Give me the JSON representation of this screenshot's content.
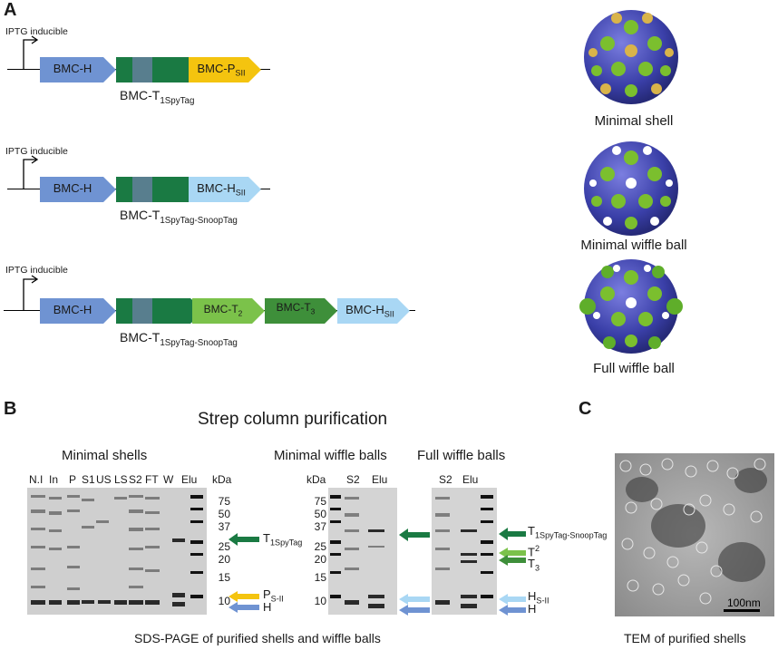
{
  "panels": {
    "a": "A",
    "b": "B",
    "c": "C"
  },
  "constructs": [
    {
      "promoter_label": "IPTG inducible",
      "genes": [
        {
          "label": "BMC-H",
          "color": "#6f93d2"
        },
        {
          "label": "",
          "color": "#1a7a43"
        },
        {
          "label_main": "BMC-P",
          "label_sub": "SII",
          "color": "#f4c40f"
        }
      ],
      "t_label_main": "BMC-T",
      "t_label_sub": "1SpyTag"
    },
    {
      "promoter_label": "IPTG inducible",
      "genes": [
        {
          "label": "BMC-H",
          "color": "#6f93d2"
        },
        {
          "label": "",
          "color": "#1a7a43"
        },
        {
          "label_main": "BMC-H",
          "label_sub": "SII",
          "color": "#a9d7f4"
        }
      ],
      "t_label_main": "BMC-T",
      "t_label_sub": "1SpyTag-SnoopTag"
    },
    {
      "promoter_label": "IPTG inducible",
      "genes": [
        {
          "label": "BMC-H",
          "color": "#6f93d2"
        },
        {
          "label": "",
          "color": "#1a7a43"
        },
        {
          "label_main": "BMC-T",
          "label_sub": "2",
          "color": "#7bc24a"
        },
        {
          "label_main": "BMC-T",
          "label_sub": "3",
          "color": "#3e8f3a"
        },
        {
          "label_main": "BMC-H",
          "label_sub": "SII",
          "color": "#a9d7f4"
        }
      ],
      "t_label_main": "BMC-T",
      "t_label_sub": "1SpyTag-SnoopTag"
    }
  ],
  "shells": [
    {
      "caption": "Minimal shell"
    },
    {
      "caption": "Minimal wiffle ball"
    },
    {
      "caption": "Full wiffle ball"
    }
  ],
  "panel_b": {
    "title": "Strep column purification",
    "gel1": {
      "title": "Minimal shells",
      "lanes": [
        "N.I",
        "In",
        "P",
        "S1",
        "US",
        "LS",
        "S2",
        "FT",
        "W",
        "Elu"
      ],
      "kda_label": "kDa",
      "markers": [
        "75",
        "50",
        "37",
        "25",
        "20",
        "15",
        "10"
      ],
      "bands": [
        {
          "main": "T",
          "sub": "1SpyTag",
          "color": "#1a7a43"
        },
        {
          "main": "P",
          "sub": "S-II",
          "color": "#f4c40f"
        },
        {
          "main": "H",
          "sub": "",
          "color": "#6f93d2"
        }
      ]
    },
    "gel2": {
      "title": "Minimal wiffle balls",
      "lanes": [
        "S2",
        "Elu"
      ],
      "kda_label": "kDa",
      "markers": [
        "75",
        "50",
        "37",
        "25",
        "20",
        "15",
        "10"
      ]
    },
    "gel3": {
      "title": "Full wiffle balls",
      "lanes": [
        "S2",
        "Elu"
      ],
      "bands": [
        {
          "main": "T",
          "sub": "1SpyTag-SnoopTag",
          "color": "#1a7a43"
        },
        {
          "main": "T",
          "sub": "2",
          "color": "#7bc24a"
        },
        {
          "main": "T",
          "sub": "3",
          "color": "#3e8f3a"
        },
        {
          "main": "H",
          "sub": "S-II",
          "color": "#a9d7f4"
        },
        {
          "main": "H",
          "sub": "",
          "color": "#6f93d2"
        }
      ]
    },
    "caption": "SDS-PAGE of purified shells and wiffle balls"
  },
  "panel_c": {
    "scale_bar": "100nm",
    "caption": "TEM of purified shells"
  }
}
